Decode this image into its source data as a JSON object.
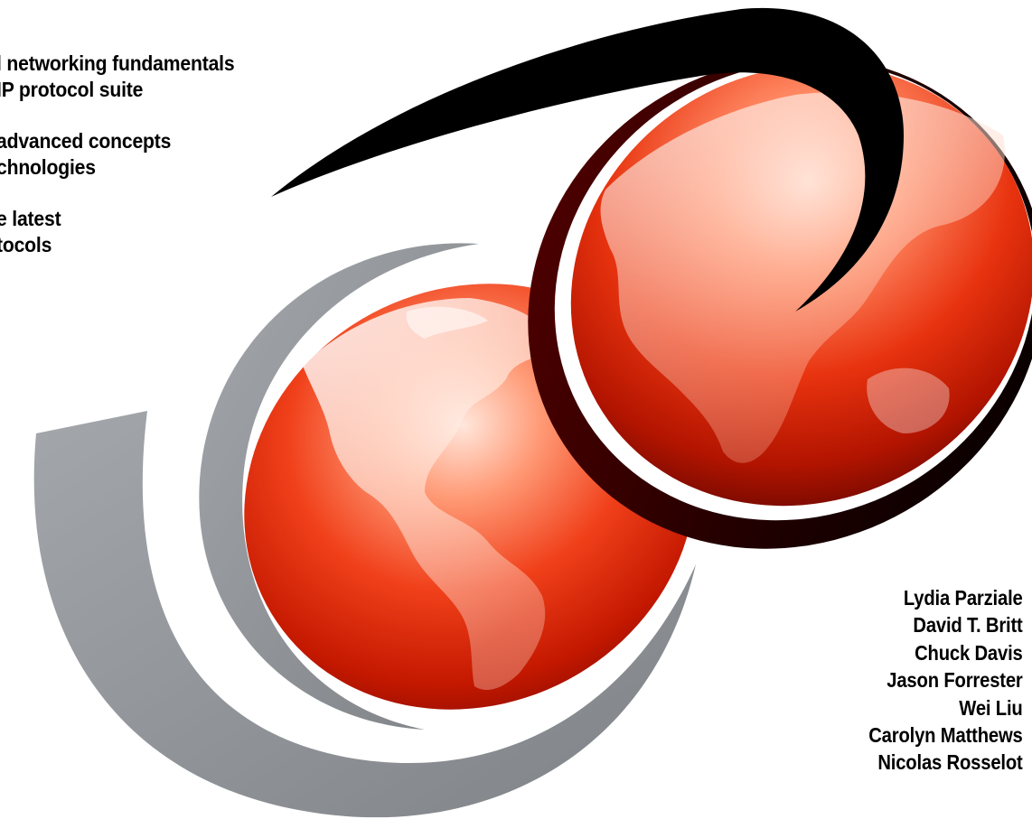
{
  "cover": {
    "bullets": [
      {
        "lines": [
          "l networking fundamentals",
          "IP protocol suite"
        ]
      },
      {
        "lines": [
          "advanced concepts",
          "chnologies"
        ]
      },
      {
        "lines": [
          "e latest",
          "tocols"
        ]
      }
    ],
    "authors": [
      "Lydia Parziale",
      "David T. Britt",
      "Chuck Davis",
      "Jason Forrester",
      "Wei Liu",
      "Carolyn Matthews",
      "Nicolas Rosselot"
    ]
  },
  "colors": {
    "globe_red": "#d81e05",
    "globe_highlight": "#ffe7dc",
    "swoosh_gray": "#8c9094",
    "swoosh_black": "#000000",
    "rim_dark": "#2a0000"
  }
}
